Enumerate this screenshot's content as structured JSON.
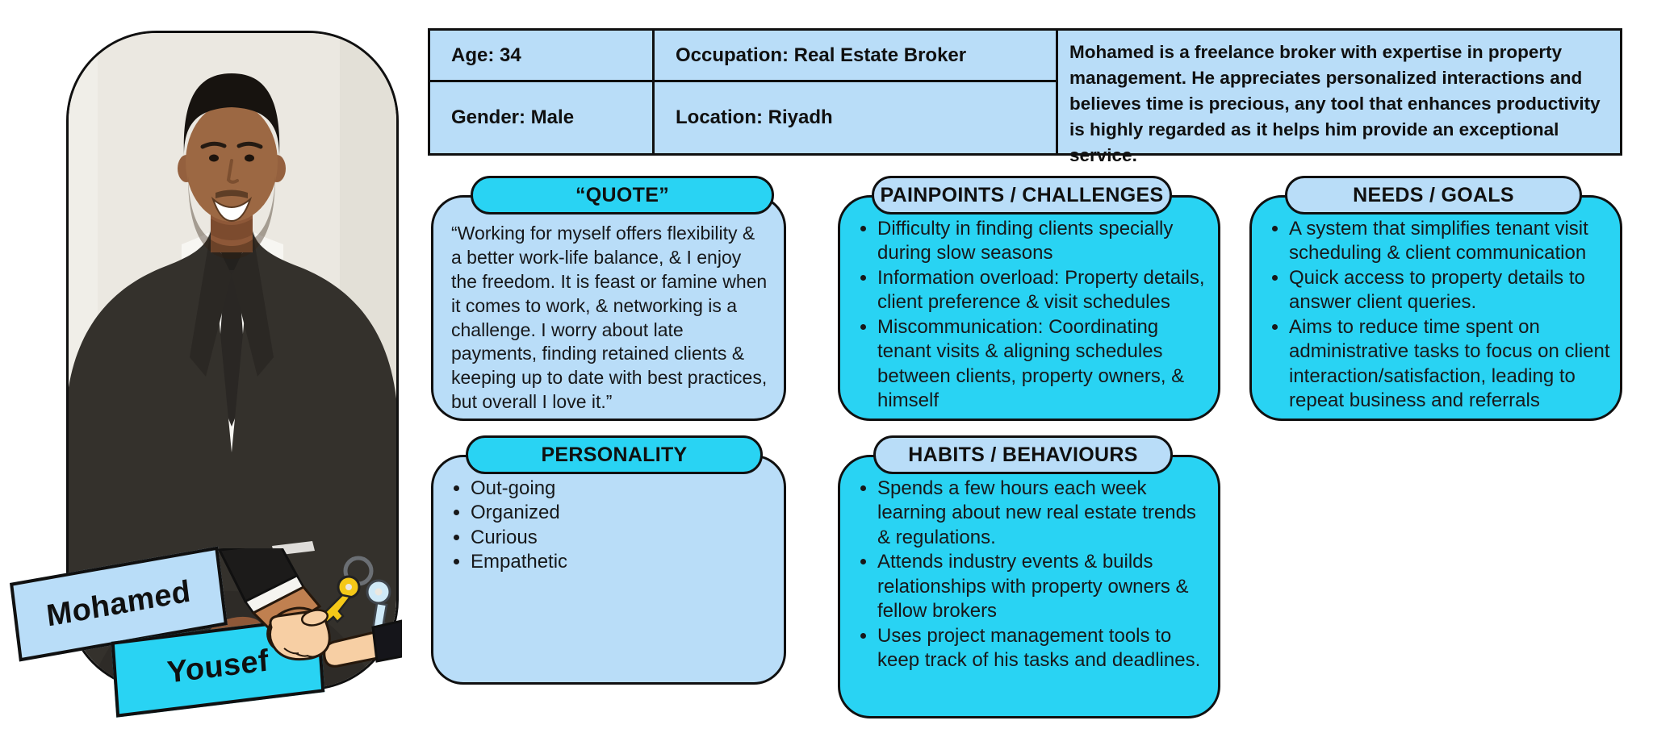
{
  "colors": {
    "light_blue": "#B9DDF8",
    "cyan": "#29D3F3",
    "border_black": "#101010",
    "photo_background": "#EBE8E1"
  },
  "profile": {
    "first_name": "Mohamed",
    "last_name": "Yousef"
  },
  "info_table": {
    "age": "Age: 34",
    "occupation": "Occupation: Real Estate Broker",
    "gender": "Gender: Male",
    "location": "Location: Riyadh",
    "summary": "Mohamed is a freelance broker with expertise in property management. He appreciates personalized interactions and believes time is precious, any tool that enhances productivity is highly regarded as it helps him provide an exceptional service."
  },
  "sections": {
    "quote": {
      "title": "“QUOTE”",
      "text": "“Working for myself offers flexibility & a better work-life balance, & I enjoy the freedom. It is feast or famine when it comes to work, & networking is a challenge. I worry about late payments, finding retained clients & keeping up to date with best practices, but overall I love it.”"
    },
    "painpoints": {
      "title": "PAINPOINTS / CHALLENGES",
      "bullets": [
        "Difficulty in finding clients specially during slow seasons",
        "Information overload: Property details, client preference & visit schedules",
        "Miscommunication: Coordinating tenant visits & aligning schedules between clients, property owners, & himself"
      ]
    },
    "needs": {
      "title": "NEEDS / GOALS",
      "bullets": [
        "A system that simplifies tenant visit scheduling & client communication",
        "Quick access to property details to answer client queries.",
        "Aims to reduce time spent on administrative tasks to focus on client interaction/satisfaction, leading to repeat business and referrals"
      ]
    },
    "personality": {
      "title": "PERSONALITY",
      "bullets": [
        "Out-going",
        "Organized",
        "Curious",
        "Empathetic"
      ]
    },
    "habits": {
      "title": "HABITS / BEHAVIOURS",
      "bullets": [
        "Spends a few hours each week learning about new real estate trends & regulations.",
        "Attends industry events & builds relationships with property owners & fellow brokers",
        "Uses project management tools to keep track of his tasks and deadlines."
      ]
    }
  },
  "illustrations": {
    "portrait": "male-broker-portrait-photo",
    "handshake": "handshake-with-keys-illustration"
  }
}
